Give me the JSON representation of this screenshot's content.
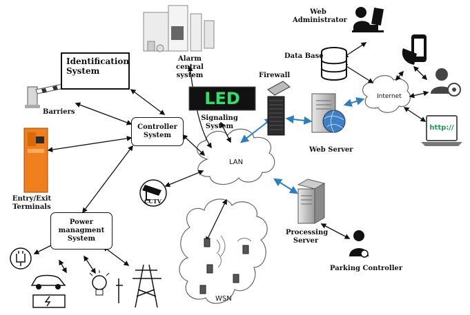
{
  "nodes": {
    "identification": "Identification System",
    "barriers": "Barriers",
    "controller": "Controller System",
    "entry_exit": "Entry/Exit Terminals",
    "power": "Power managment System",
    "alarm": "Alarm central system",
    "signaling": "Signaling System",
    "led_text": "LED",
    "firewall": "Firewall",
    "lan": "LAN",
    "cctv": "CCTV",
    "wsn": "WSN",
    "web_admin": "Web Administrator",
    "database": "Data Base",
    "internet": "Internet",
    "web_server": "Web Server",
    "processing": "Processing Server",
    "parking_controller": "Parking Controller",
    "http": "http://"
  },
  "colors": {
    "arrow_black": "#111111",
    "arrow_blue": "#2a7fc0",
    "terminal_orange": "#f07f1e",
    "led_green": "#2fe06a"
  },
  "icons": [
    "barrier-icon",
    "terminal-icon",
    "alarm-panel-icon",
    "led-sign-icon",
    "firewall-icon",
    "cctv-icon",
    "plug-icon",
    "car-icon",
    "battery-icon",
    "bulb-icon",
    "power-tower-icon",
    "server-icon",
    "database-icon",
    "admin-icon",
    "phone-icon",
    "user-gear-icon",
    "laptop-icon",
    "parking-controller-icon",
    "sensor-icon"
  ]
}
